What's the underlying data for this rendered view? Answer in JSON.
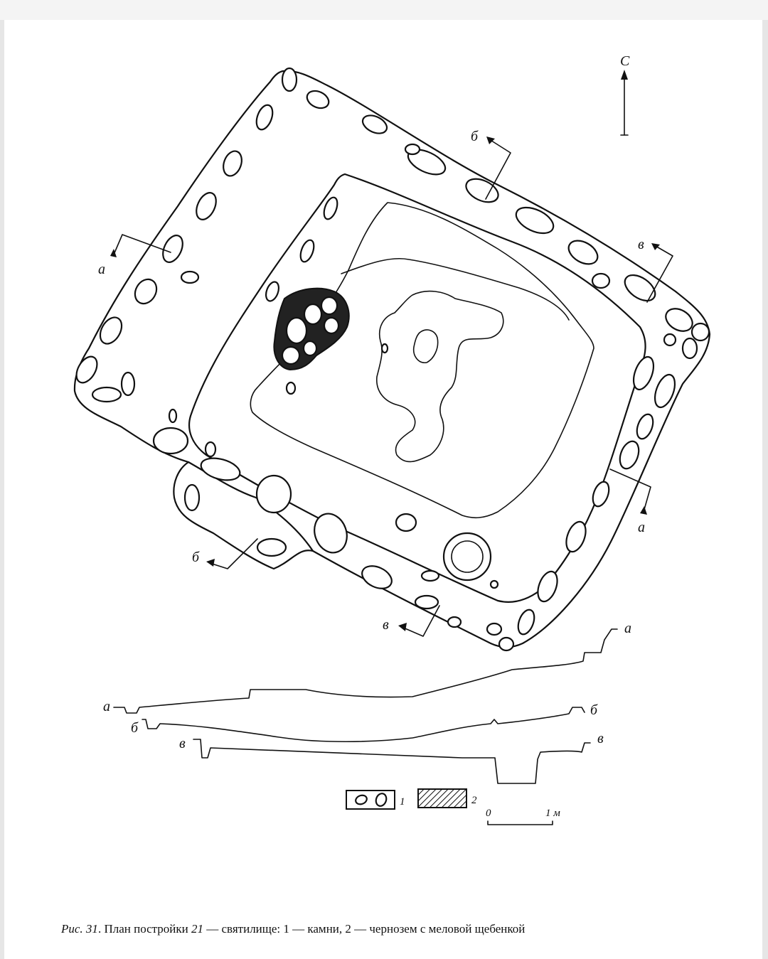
{
  "north_label": "С",
  "sections": {
    "a": "а",
    "b": "б",
    "v": "в"
  },
  "legend": {
    "item1_number": "1",
    "item2_number": "2",
    "scale_start": "0",
    "scale_end": "1 м"
  },
  "caption": {
    "figure_ref": "Рис. 31",
    "building_number": "21",
    "text_before": ". План постройки ",
    "text_after": " — святилище: 1 — камни, 2 — чернозем с меловой щебенкой"
  }
}
